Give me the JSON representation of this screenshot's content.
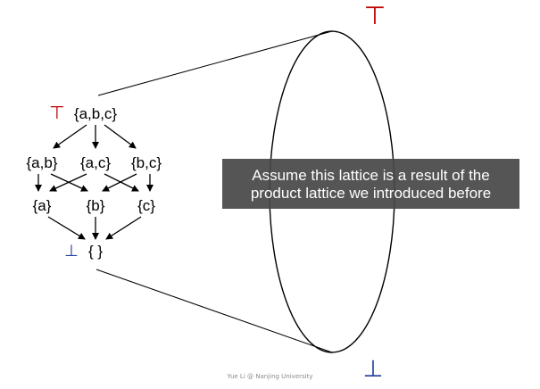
{
  "lattice": {
    "top_symbol": "⊤",
    "bottom_symbol": "⊥",
    "top_element": "{a,b,c}",
    "level2": [
      "{a,b}",
      "{a,c}",
      "{b,c}"
    ],
    "level1": [
      "{a}",
      "{b}",
      "{c}"
    ],
    "bottom_element": "{ }"
  },
  "large_lattice": {
    "top_symbol": "⊤",
    "bottom_symbol": "⊥"
  },
  "callout": {
    "line1": "Assume this lattice is a result of the",
    "line2": "product lattice we introduced before"
  },
  "footer": "Yue Li @ Nanjing University",
  "colors": {
    "top_symbol": "#c00000",
    "bottom_symbol": "#1f3c99",
    "callout_bg": "#464646"
  }
}
